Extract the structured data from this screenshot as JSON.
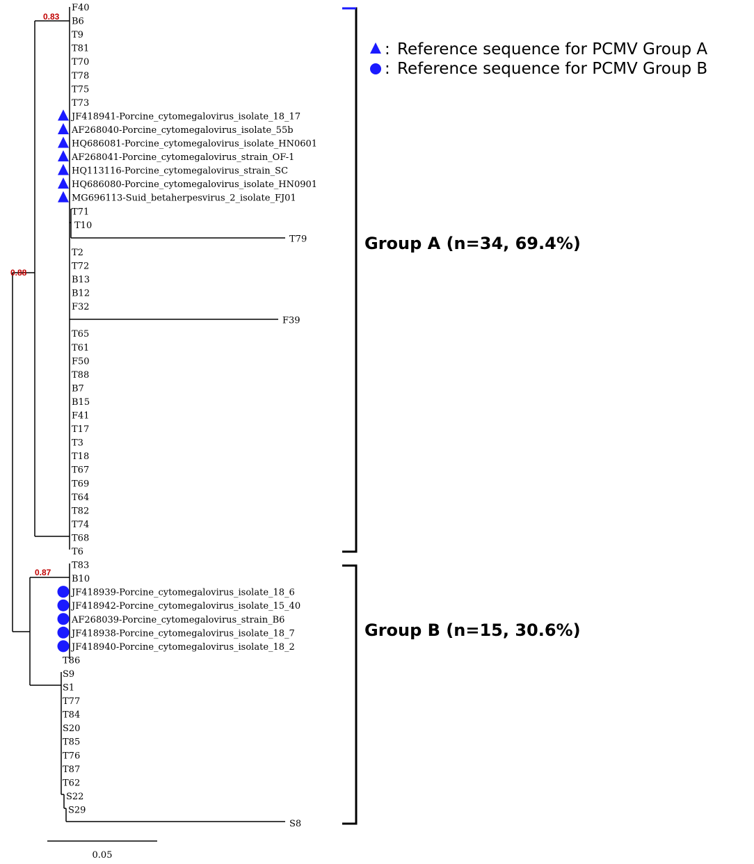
{
  "legend": {
    "group_a": "Reference sequence for PCMV Group A",
    "group_b": "Reference sequence for PCMV Group B",
    "separator": ":",
    "colors": {
      "marker": "#1a1aff",
      "bracket_accent": "#1a1aff"
    },
    "icons": {
      "group_a": "triangle-icon",
      "group_b": "circle-icon"
    }
  },
  "groups": {
    "a": "Group A (n=34, 69.4%)",
    "b": "Group B (n=15, 30.6%)"
  },
  "support": {
    "root_a": "0.88",
    "clade_a": "0.83",
    "clade_b": "0.87",
    "color": "#c00000"
  },
  "scale_bar": {
    "label": "0.05"
  },
  "leaves": [
    {
      "label": "F40",
      "marker": null
    },
    {
      "label": "B6",
      "marker": null
    },
    {
      "label": "T9",
      "marker": null
    },
    {
      "label": "T81",
      "marker": null
    },
    {
      "label": "T70",
      "marker": null
    },
    {
      "label": "T78",
      "marker": null
    },
    {
      "label": "T75",
      "marker": null
    },
    {
      "label": "T73",
      "marker": null
    },
    {
      "label": "JF418941-Porcine_cytomegalovirus_isolate_18_17",
      "marker": "triangle"
    },
    {
      "label": "AF268040-Porcine_cytomegalovirus_isolate_55b",
      "marker": "triangle"
    },
    {
      "label": "HQ686081-Porcine_cytomegalovirus_isolate_HN0601",
      "marker": "triangle"
    },
    {
      "label": "AF268041-Porcine_cytomegalovirus_strain_OF-1",
      "marker": "triangle"
    },
    {
      "label": "HQ113116-Porcine_cytomegalovirus_strain_SC",
      "marker": "triangle"
    },
    {
      "label": "HQ686080-Porcine_cytomegalovirus_isolate_HN0901",
      "marker": "triangle"
    },
    {
      "label": "MG696113-Suid_betaherpesvirus_2_isolate_FJ01",
      "marker": "triangle"
    },
    {
      "label": "T71",
      "marker": null
    },
    {
      "label": "T10",
      "marker": null
    },
    {
      "label": "T79",
      "marker": null
    },
    {
      "label": "T2",
      "marker": null
    },
    {
      "label": "T72",
      "marker": null
    },
    {
      "label": "B13",
      "marker": null
    },
    {
      "label": "B12",
      "marker": null
    },
    {
      "label": "F32",
      "marker": null
    },
    {
      "label": "F39",
      "marker": null
    },
    {
      "label": "T65",
      "marker": null
    },
    {
      "label": "T61",
      "marker": null
    },
    {
      "label": "F50",
      "marker": null
    },
    {
      "label": "T88",
      "marker": null
    },
    {
      "label": "B7",
      "marker": null
    },
    {
      "label": "B15",
      "marker": null
    },
    {
      "label": "F41",
      "marker": null
    },
    {
      "label": "T17",
      "marker": null
    },
    {
      "label": "T3",
      "marker": null
    },
    {
      "label": "T18",
      "marker": null
    },
    {
      "label": "T67",
      "marker": null
    },
    {
      "label": "T69",
      "marker": null
    },
    {
      "label": "T64",
      "marker": null
    },
    {
      "label": "T82",
      "marker": null
    },
    {
      "label": "T74",
      "marker": null
    },
    {
      "label": "T68",
      "marker": null
    },
    {
      "label": "T6",
      "marker": null
    },
    {
      "label": "T83",
      "marker": null
    },
    {
      "label": "B10",
      "marker": null
    },
    {
      "label": "JF418939-Porcine_cytomegalovirus_isolate_18_6",
      "marker": "circle"
    },
    {
      "label": "JF418942-Porcine_cytomegalovirus_isolate_15_40",
      "marker": "circle"
    },
    {
      "label": "AF268039-Porcine_cytomegalovirus_strain_B6",
      "marker": "circle"
    },
    {
      "label": "JF418938-Porcine_cytomegalovirus_isolate_18_7",
      "marker": "circle"
    },
    {
      "label": "JF418940-Porcine_cytomegalovirus_isolate_18_2",
      "marker": "circle"
    },
    {
      "label": "T86",
      "marker": null
    },
    {
      "label": "S9",
      "marker": null
    },
    {
      "label": "S1",
      "marker": null
    },
    {
      "label": "T77",
      "marker": null
    },
    {
      "label": "T84",
      "marker": null
    },
    {
      "label": "S20",
      "marker": null
    },
    {
      "label": "T85",
      "marker": null
    },
    {
      "label": "T76",
      "marker": null
    },
    {
      "label": "T87",
      "marker": null
    },
    {
      "label": "T62",
      "marker": null
    },
    {
      "label": "S22",
      "marker": null
    },
    {
      "label": "S29",
      "marker": null
    },
    {
      "label": "S8",
      "marker": null
    }
  ]
}
